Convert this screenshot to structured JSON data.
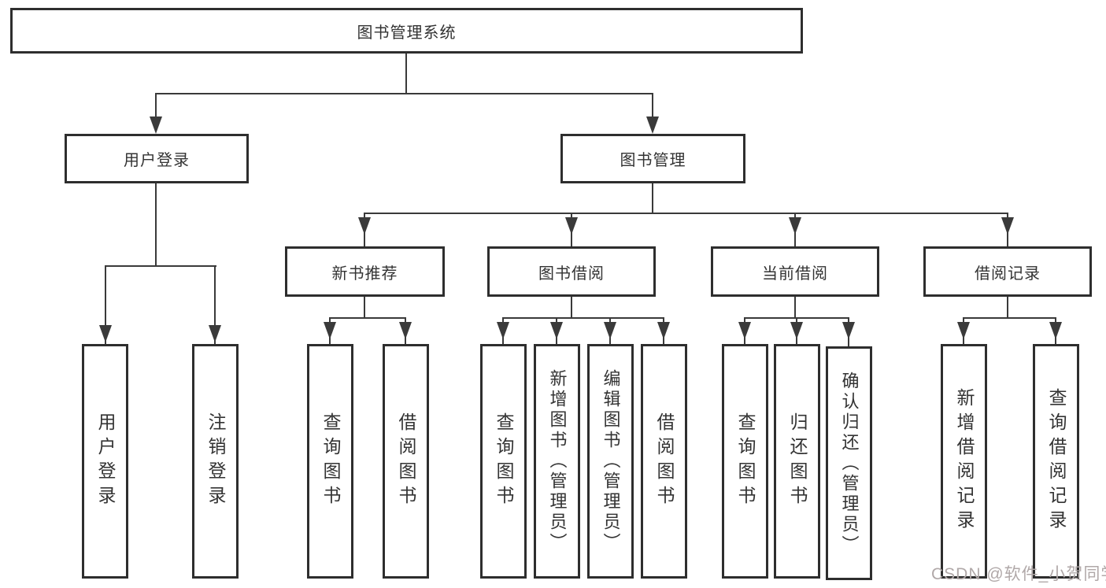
{
  "tree": {
    "label": "图书管理系统",
    "children": [
      {
        "label": "用户登录",
        "children": [
          {
            "label": "用户登录"
          },
          {
            "label": "注销登录"
          }
        ]
      },
      {
        "label": "图书管理",
        "children": [
          {
            "label": "新书推荐",
            "children": [
              {
                "label": "查询图书"
              },
              {
                "label": "借阅图书"
              }
            ]
          },
          {
            "label": "图书借阅",
            "children": [
              {
                "label": "查询图书"
              },
              {
                "label": "新增图书（管理员）"
              },
              {
                "label": "编辑图书（管理员）"
              },
              {
                "label": "借阅图书"
              }
            ]
          },
          {
            "label": "当前借阅",
            "children": [
              {
                "label": "查询图书"
              },
              {
                "label": "归还图书"
              },
              {
                "label": "确认归还（管理员）"
              }
            ]
          },
          {
            "label": "借阅记录",
            "children": [
              {
                "label": "新增借阅记录"
              },
              {
                "label": "查询借阅记录"
              }
            ]
          }
        ]
      }
    ]
  },
  "watermark": {
    "text": "CSDN @软件_小贺同学",
    "color": "#b0a8a8"
  },
  "colors": {
    "line": "#3a3a3a",
    "box_border": "#2e2e2e",
    "box_background": "#ffffff",
    "text": "#333333",
    "page_background": "#ffffff"
  }
}
